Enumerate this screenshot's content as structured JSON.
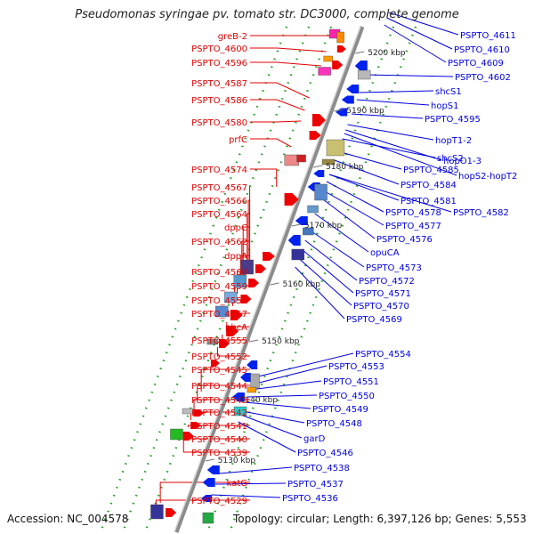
{
  "title": "Pseudomonas syringae pv. tomato str. DC3000, complete genome",
  "footer": {
    "accession": "Accession: NC_004578",
    "topology": "Topology: circular; Length: 6,397,126 bp; Genes: 5,553"
  },
  "colors": {
    "left_label": "#e00000",
    "right_label": "#0000e0",
    "backbone": "#8c8c8c"
  },
  "scale": [
    "5200 kbp",
    "5190 kbp",
    "5180 kbp",
    "5170 kbp",
    "5160 kbp",
    "5150 kbp",
    "5140 kbp",
    "5130 kbp"
  ],
  "left_labels": [
    "greB-2",
    "PSPTO_4600",
    "PSPTO_4596",
    "PSPTO_4587",
    "PSPTO_4586",
    "PSPTO_4580",
    "prfC",
    "PSPTO_4574",
    "PSPTO_4567",
    "PSPTO_4566",
    "PSPTO_4564",
    "dppC",
    "PSPTO_4562",
    "dppA",
    "PSPTO_4560",
    "PSPTO_4559",
    "PSPTO_4558",
    "PSPTO_4557",
    "phcA",
    "PSPTO_4555",
    "PSPTO_4552",
    "PSPTO_4545",
    "PSPTO_4544",
    "PSPTO_4543",
    "PSPTO_4542",
    "PSPTO_4541",
    "PSPTO_4540",
    "PSPTO_4539",
    "katG",
    "PSPTO_4529"
  ],
  "right_labels": [
    "PSPTO_4611",
    "PSPTO_4610",
    "PSPTO_4609",
    "PSPTO_4602",
    "shcS1",
    "hopS1",
    "PSPTO_4595",
    "hopT1-2",
    "hopO1-3",
    "shcS2",
    "hopS2-hopT2",
    "PSPTO_4585",
    "PSPTO_4584",
    "PSPTO_4581",
    "PSPTO_4578",
    "PSPTO_4582",
    "PSPTO_4577",
    "PSPTO_4576",
    "opuCA",
    "PSPTO_4573",
    "PSPTO_4572",
    "PSPTO_4571",
    "PSPTO_4570",
    "PSPTO_4569",
    "PSPTO_4554",
    "PSPTO_4553",
    "PSPTO_4551",
    "PSPTO_4550",
    "PSPTO_4549",
    "PSPTO_4548",
    "garD",
    "PSPTO_4546",
    "PSPTO_4538",
    "PSPTO_4537",
    "PSPTO_4536"
  ]
}
